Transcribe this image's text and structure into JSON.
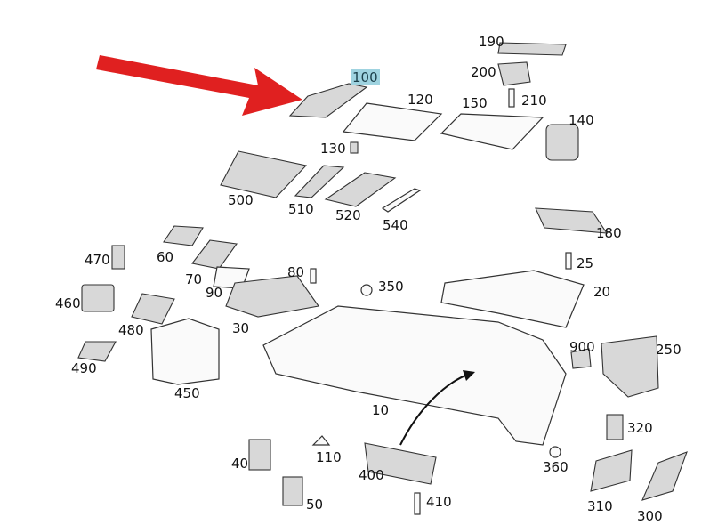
{
  "diagram": {
    "highlighted_part": "100",
    "highlight_color": "#9fd3e0",
    "arrow_color": "#e02020",
    "labels": {
      "p190": "190",
      "p200": "200",
      "p210": "210",
      "p100": "100",
      "p120": "120",
      "p150": "150",
      "p140": "140",
      "p130": "130",
      "p500": "500",
      "p510": "510",
      "p520": "520",
      "p540": "540",
      "p180": "180",
      "p470": "470",
      "p60": "60",
      "p25": "25",
      "p80": "80",
      "p350": "350",
      "p70": "70",
      "p90": "90",
      "p20": "20",
      "p460": "460",
      "p480": "480",
      "p30": "30",
      "p900": "900",
      "p250": "250",
      "p490": "490",
      "p450": "450",
      "p10": "10",
      "p320": "320",
      "p40": "40",
      "p110": "110",
      "p400": "400",
      "p360": "360",
      "p50": "50",
      "p410": "410",
      "p310": "310",
      "p300": "300"
    }
  }
}
